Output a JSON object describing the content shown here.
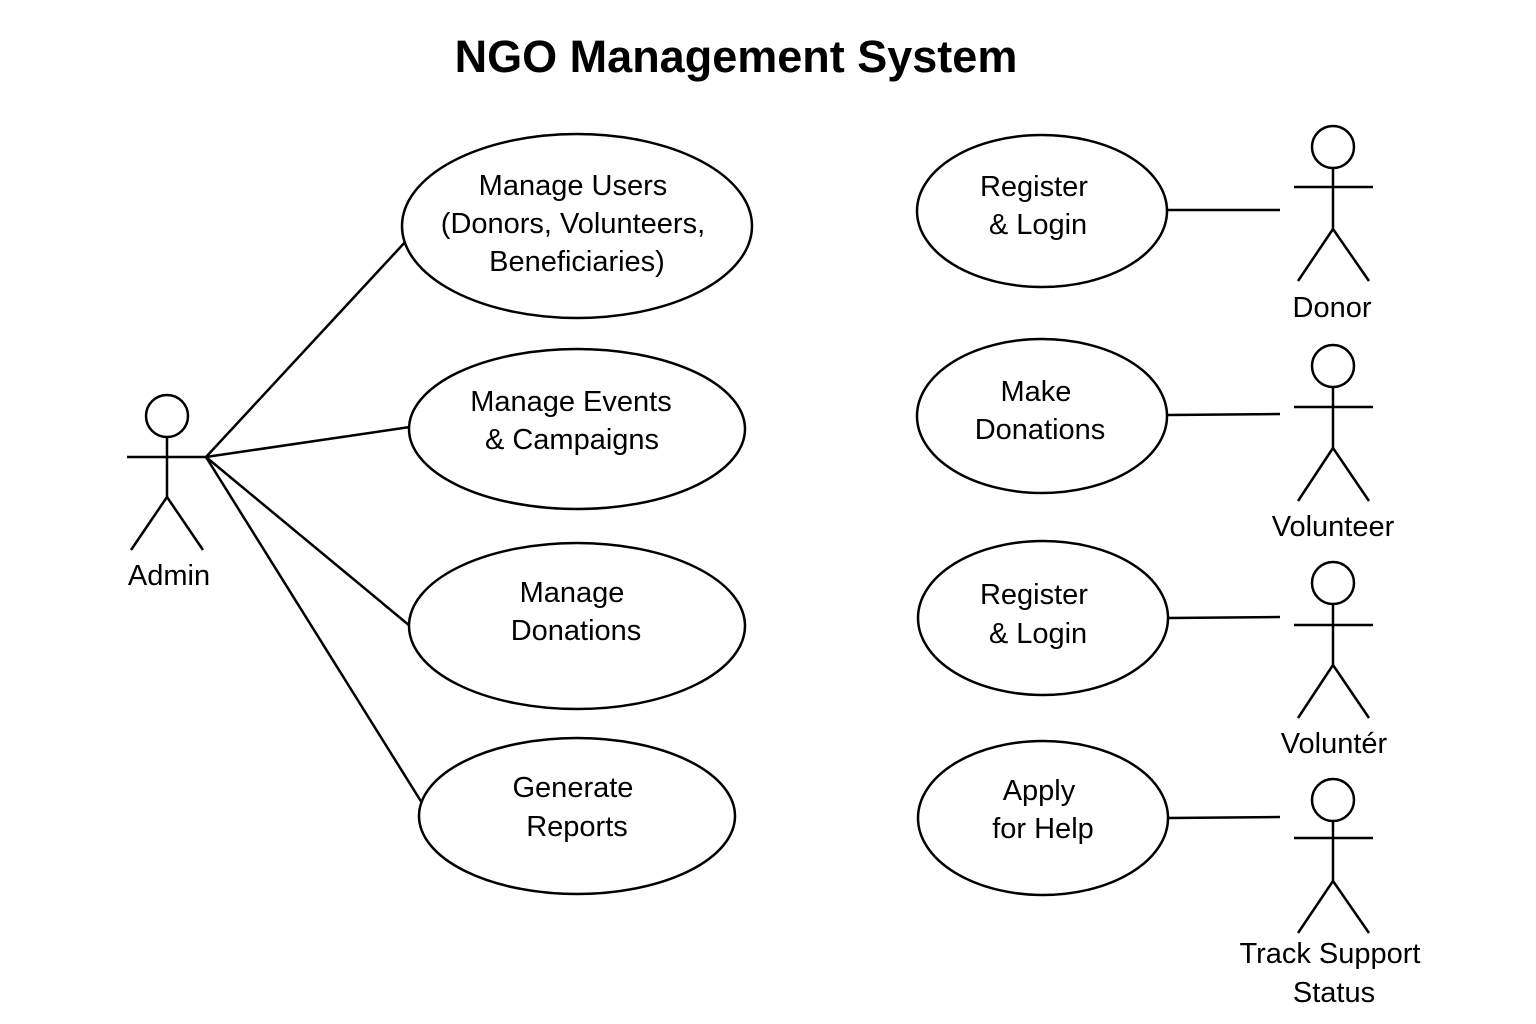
{
  "title": "NGO Management System",
  "actors": {
    "admin": "Admin",
    "donor": "Donor",
    "volunteer": "Volunteer",
    "volunteer_2": "Voluntér",
    "track_support_status": [
      "Track Support",
      "Status"
    ]
  },
  "use_cases": {
    "manage_users": [
      "Manage Users",
      "(Donors, Volunteers,",
      "Beneficiaries)"
    ],
    "manage_events": [
      "Manage Events",
      "& Campaigns"
    ],
    "manage_donations": [
      "Manage",
      "Donations"
    ],
    "generate_reports": [
      "Generate",
      "Reports"
    ],
    "register_login_1": [
      "Register",
      "& Login"
    ],
    "make_donations": [
      "Make",
      "Donations"
    ],
    "register_login_2": [
      "Register",
      "& Login"
    ],
    "apply_for_help": [
      "Apply",
      "for Help"
    ]
  },
  "colors": {
    "stroke": "#000000",
    "background": "#ffffff"
  }
}
